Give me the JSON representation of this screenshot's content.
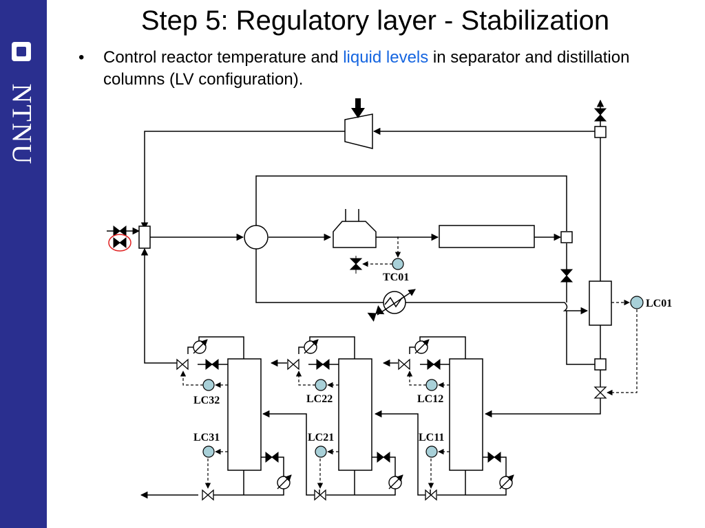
{
  "slide": {
    "title": "Step 5: Regulatory layer - Stabilization",
    "bullet_symbol": "•",
    "bullet_before": "Control reactor temperature and ",
    "bullet_highlight": "liquid levels",
    "bullet_after": " in separator and distillation columns (LV configuration)."
  },
  "logo": {
    "text": "NTNU"
  },
  "colors": {
    "brand": "#2a2f8f",
    "highlight": "#1565e0",
    "controller_fill": "#a8d0d8",
    "marker": "#e02020"
  },
  "diagram": {
    "controllers": {
      "tc01": "TC01",
      "lc01": "LC01",
      "lc12": "LC12",
      "lc11": "LC11",
      "lc22": "LC22",
      "lc21": "LC21",
      "lc32": "LC32",
      "lc31": "LC31"
    }
  }
}
